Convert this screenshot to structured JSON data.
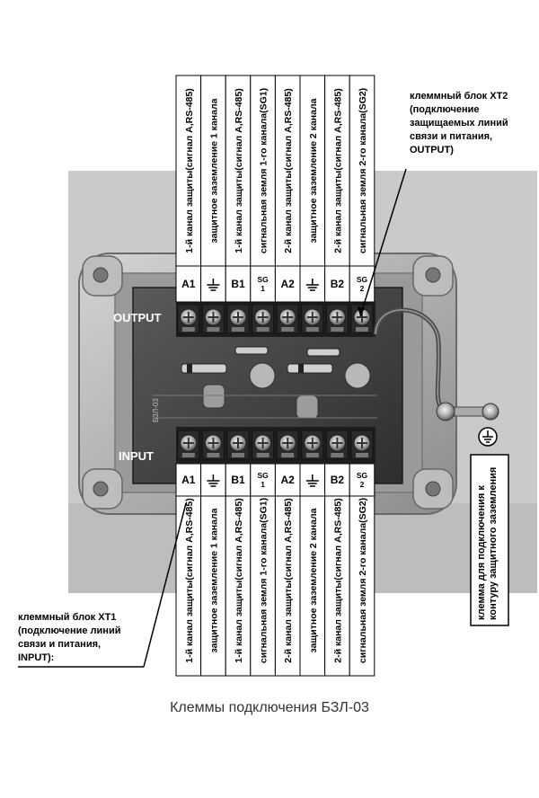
{
  "title": "Клеммы подключения БЗЛ-03",
  "output_label": "OUTPUT",
  "input_label": "INPUT",
  "xt2_note": [
    "клеммный блок XT2",
    "(подключение",
    "защищаемых линий",
    "связи и питания,",
    "OUTPUT)"
  ],
  "xt1_note": [
    "клеммный блок XT1",
    "(подключение линий",
    "связи и питания,",
    "INPUT):"
  ],
  "ground_note": [
    "клемма для подключения к",
    "контуру защитного заземления"
  ],
  "terminals": [
    {
      "code": "A1",
      "desc": "1-й канал защиты(сигнал A,RS-485)"
    },
    {
      "code": "⏚",
      "desc": "защитное заземление 1 канала"
    },
    {
      "code": "B1",
      "desc": "1-й канал защиты(сигнал A,RS-485)"
    },
    {
      "code": "SG 1",
      "desc": "сигнальная земля 1-го канала(SG1)"
    },
    {
      "code": "A2",
      "desc": "2-й канал защиты(сигнал A,RS-485)"
    },
    {
      "code": "⏚",
      "desc": "защитное заземление 2 канала"
    },
    {
      "code": "B2",
      "desc": "2-й канал защиты(сигнал A,RS-485)"
    },
    {
      "code": "SG 2",
      "desc": "сигнальная земля 2-го канала(SG2)"
    }
  ],
  "board_marking": "БЗЛ-03",
  "colors": {
    "plate": "#c8c8c8",
    "box": "#a9a9a9",
    "board": "#3a3a3a"
  }
}
